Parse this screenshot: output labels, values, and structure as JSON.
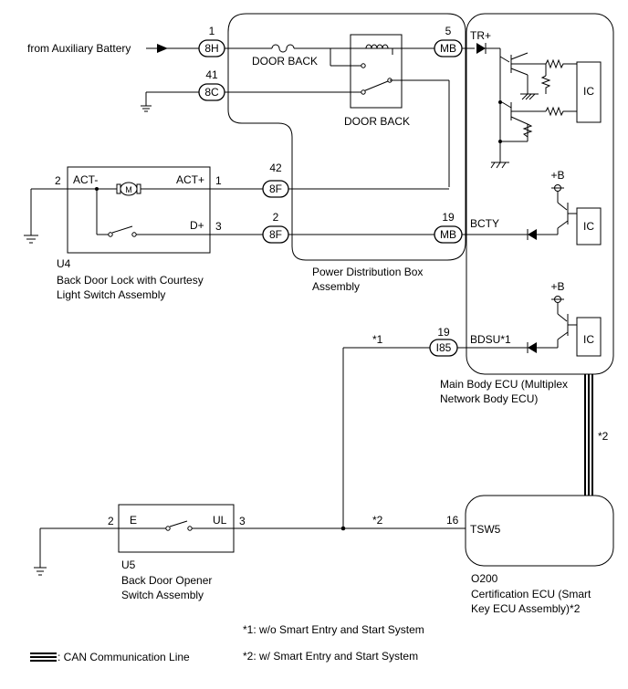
{
  "sources": {
    "aux_battery": "from Auxiliary Battery"
  },
  "connectors": {
    "c8h": {
      "pin": "1",
      "label": "8H"
    },
    "c8c": {
      "pin": "41",
      "label": "8C"
    },
    "mb_tr": {
      "pin": "5",
      "label": "MB"
    },
    "f8_act": {
      "pin": "42",
      "label": "8F"
    },
    "f8_d": {
      "pin": "2",
      "label": "8F"
    },
    "mb_bcty": {
      "pin": "19",
      "label": "MB"
    },
    "i85": {
      "pin": "19",
      "label": "I85"
    }
  },
  "pdb": {
    "fuse_label": "DOOR BACK",
    "relay_label": "DOOR BACK",
    "name_line1": "Power Distribution Box",
    "name_line2": "Assembly"
  },
  "ecu": {
    "tr": "TR+",
    "ic1": "IC",
    "b1": "+B",
    "bcty": "BCTY",
    "ic2": "IC",
    "b2": "+B",
    "bdsu": "BDSU*1",
    "ic3": "IC",
    "name_line1": "Main Body ECU (Multiplex",
    "name_line2": "Network Body ECU)",
    "can_note": "*2"
  },
  "u4": {
    "pin_actm": "2",
    "actm": "ACT-",
    "actp": "ACT+",
    "pin_actp": "1",
    "dp": "D+",
    "pin_dp": "3",
    "code": "U4",
    "name_line1": "Back Door Lock with Courtesy",
    "name_line2": "Light Switch Assembly"
  },
  "u5": {
    "pin_e": "2",
    "e": "E",
    "ul": "UL",
    "pin_ul": "3",
    "code": "U5",
    "name_line1": "Back Door Opener",
    "name_line2": "Switch Assembly"
  },
  "wires": {
    "note1": "*1",
    "note2": "*2"
  },
  "o200": {
    "pin": "16",
    "tsw5": "TSW5",
    "code": "O200",
    "name_line1": "Certification ECU (Smart",
    "name_line2": "Key ECU Assembly)*2"
  },
  "notes": {
    "n1": "*1: w/o Smart Entry and Start System",
    "n2": "*2: w/ Smart Entry and Start System"
  },
  "legend": {
    "can": ": CAN Communication Line"
  }
}
